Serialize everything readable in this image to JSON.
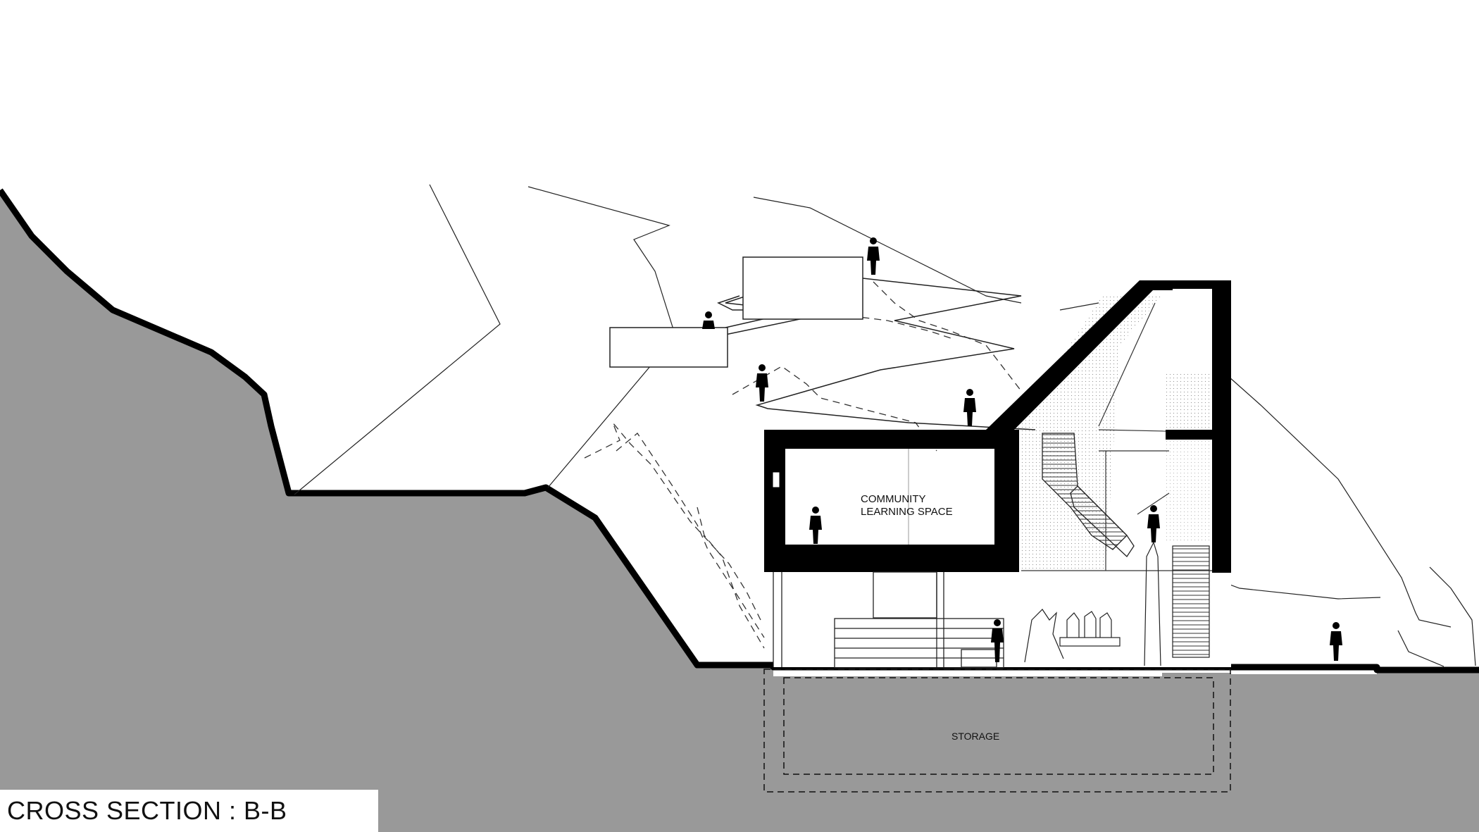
{
  "title": "CROSS SECTION : B-B",
  "labels": {
    "community_line1": "COMMUNITY",
    "community_line2": "LEARNING SPACE",
    "storage": "STORAGE"
  },
  "colors": {
    "ground_fill": "#999999",
    "wall_fill": "#000000",
    "line": "#222222",
    "background": "#ffffff"
  }
}
